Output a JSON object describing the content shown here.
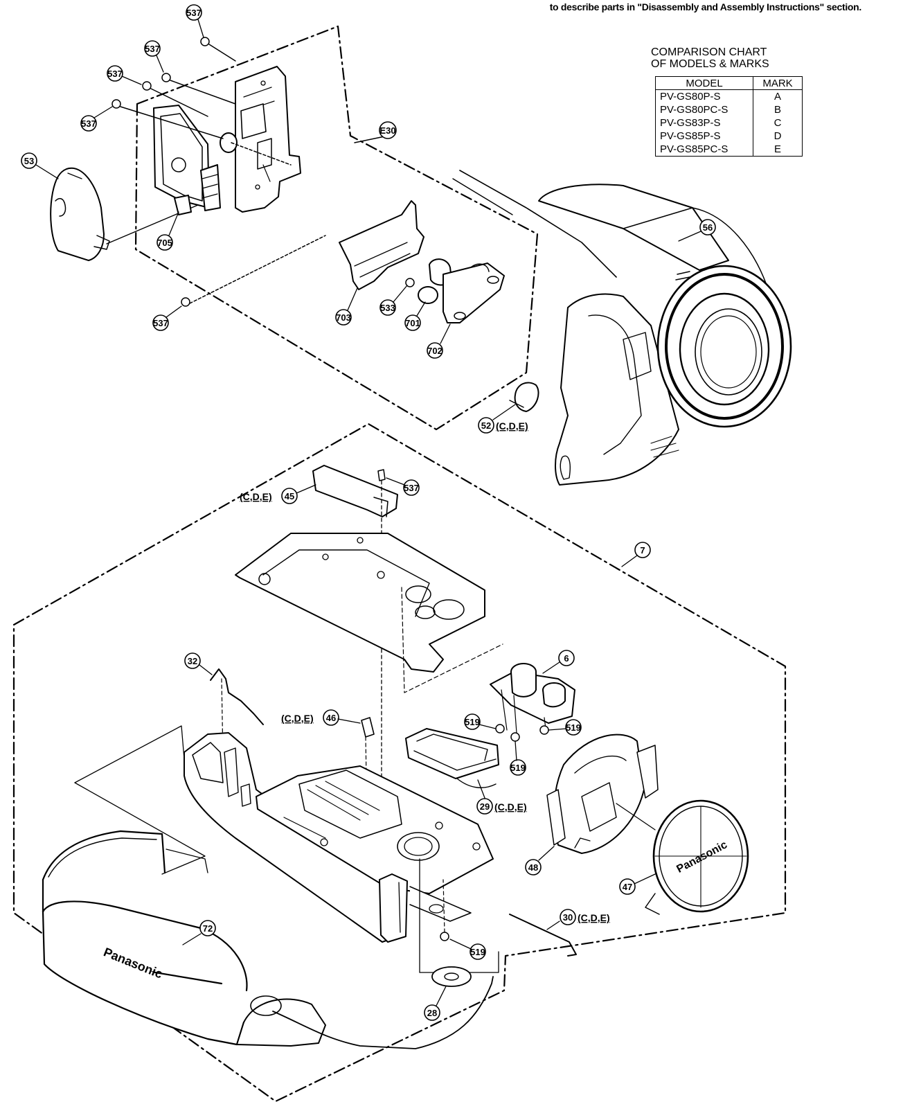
{
  "header_note": "to describe parts in \"Disassembly and Assembly Instructions\" section.",
  "comparison_chart": {
    "title_line1": "COMPARISON CHART",
    "title_line2": "OF MODELS & MARKS",
    "col_model": "MODEL",
    "col_mark": "MARK",
    "rows": [
      {
        "model": "PV-GS80P-S",
        "mark": "A"
      },
      {
        "model": "PV-GS80PC-S",
        "mark": "B"
      },
      {
        "model": "PV-GS83P-S",
        "mark": "C"
      },
      {
        "model": "PV-GS85P-S",
        "mark": "D"
      },
      {
        "model": "PV-GS85PC-S",
        "mark": "E"
      }
    ]
  },
  "callouts": {
    "c537a": "537",
    "c537b": "537",
    "c537c": "537",
    "c537d": "537",
    "c53": "53",
    "cE30": "E30",
    "c56": "56",
    "c705": "705",
    "c703": "703",
    "c533": "533",
    "c701": "701",
    "c702": "702",
    "c537e": "537",
    "c52": "52",
    "c52_sfx": "(C,D,E)",
    "c537f": "537",
    "c45": "45",
    "c45_pfx": "(C,D,E)",
    "c7": "7",
    "c6": "6",
    "c32": "32",
    "c46": "46",
    "c46_pfx": "(C,D,E)",
    "c519a": "519",
    "c519b": "519",
    "c519c": "519",
    "c29": "29",
    "c29_sfx": "(C,D,E)",
    "c48": "48",
    "c47": "47",
    "c30": "30",
    "c30_sfx": "(C,D,E)",
    "c72": "72",
    "c519d": "519",
    "c28": "28"
  },
  "brand_marks": {
    "lens_cap_text": "Panasonic",
    "strap_text": "Panasonic"
  }
}
